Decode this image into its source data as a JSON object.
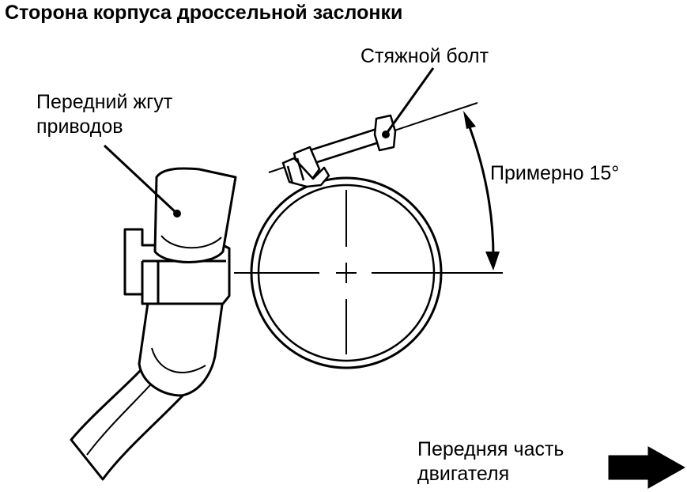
{
  "title": "Сторона корпуса дроссельной заслонки",
  "labels": {
    "clamp_bolt": "Стяжной болт",
    "harness_line1": "Передний жгут",
    "harness_line2": "приводов",
    "angle": "Примерно 15°",
    "front_line1": "Передняя часть",
    "front_line2": "двигателя"
  },
  "colors": {
    "ink": "#000000",
    "background": "#ffffff",
    "fill": "#ffffff"
  }
}
